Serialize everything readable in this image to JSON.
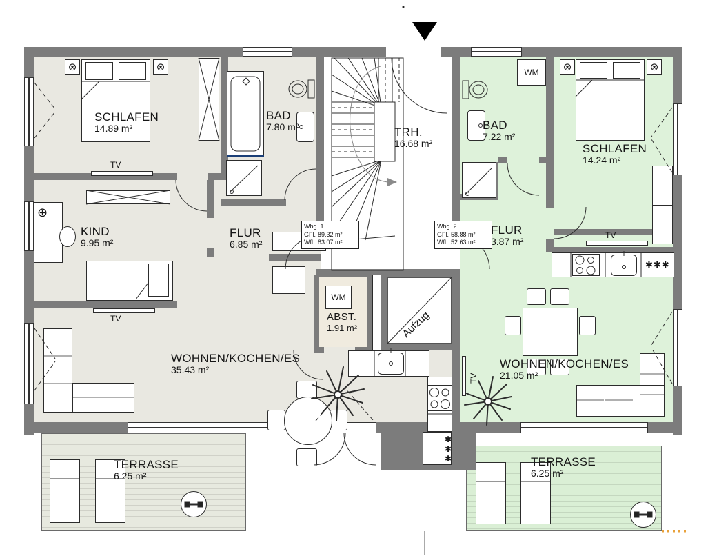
{
  "colors": {
    "wall": "#7c7c7c",
    "apartment1_floor": "#e9e8e1",
    "apartment2_floor": "#def2da",
    "terrace1_floor": "#e7e9df",
    "terrace2_floor": "#daefd5",
    "abst_floor": "#f0ebdf",
    "tub_accent_blue": "#1b3f77",
    "marker_orange": "#e9a23b"
  },
  "labels": {
    "tv": "TV",
    "wm": "WM",
    "stars": "✱✱✱"
  },
  "rooms": {
    "whg1_schlafen": {
      "name": "SCHLAFEN",
      "area": "14.89 m²"
    },
    "whg1_bad": {
      "name": "BAD",
      "area": "7.80 m²"
    },
    "whg1_kind": {
      "name": "KIND",
      "area": "9.95 m²"
    },
    "whg1_flur": {
      "name": "FLUR",
      "area": "6.85 m²"
    },
    "whg1_abst": {
      "name": "ABST.",
      "area": "1.91 m²"
    },
    "whg1_wohnen": {
      "name": "WOHNEN/KOCHEN/ES",
      "area": "35.43 m²"
    },
    "whg1_terrasse": {
      "name": "TERRASSE",
      "area": "6.25 m²"
    },
    "whg2_bad": {
      "name": "BAD",
      "area": "7.22 m²"
    },
    "whg2_schlafen": {
      "name": "SCHLAFEN",
      "area": "14.24 m²"
    },
    "whg2_flur": {
      "name": "FLUR",
      "area": "3.87 m²"
    },
    "whg2_wohnen": {
      "name": "WOHNEN/KOCHEN/ES",
      "area": "21.05 m²"
    },
    "whg2_terrasse": {
      "name": "TERRASSE",
      "area": "6.25 m²"
    },
    "trh": {
      "name": "TRH.",
      "area": "16.68 m²"
    },
    "aufzug": {
      "name": "Aufzug"
    }
  },
  "info": {
    "whg1": {
      "title": "Whg. 1",
      "rows": [
        [
          "GFl.",
          "89.32 m²"
        ],
        [
          "Wfl.",
          "83.07 m²"
        ]
      ]
    },
    "whg2": {
      "title": "Whg. 2",
      "rows": [
        [
          "GFl.",
          "58.88 m²"
        ],
        [
          "Wfl.",
          "52.63 m²"
        ]
      ]
    }
  }
}
